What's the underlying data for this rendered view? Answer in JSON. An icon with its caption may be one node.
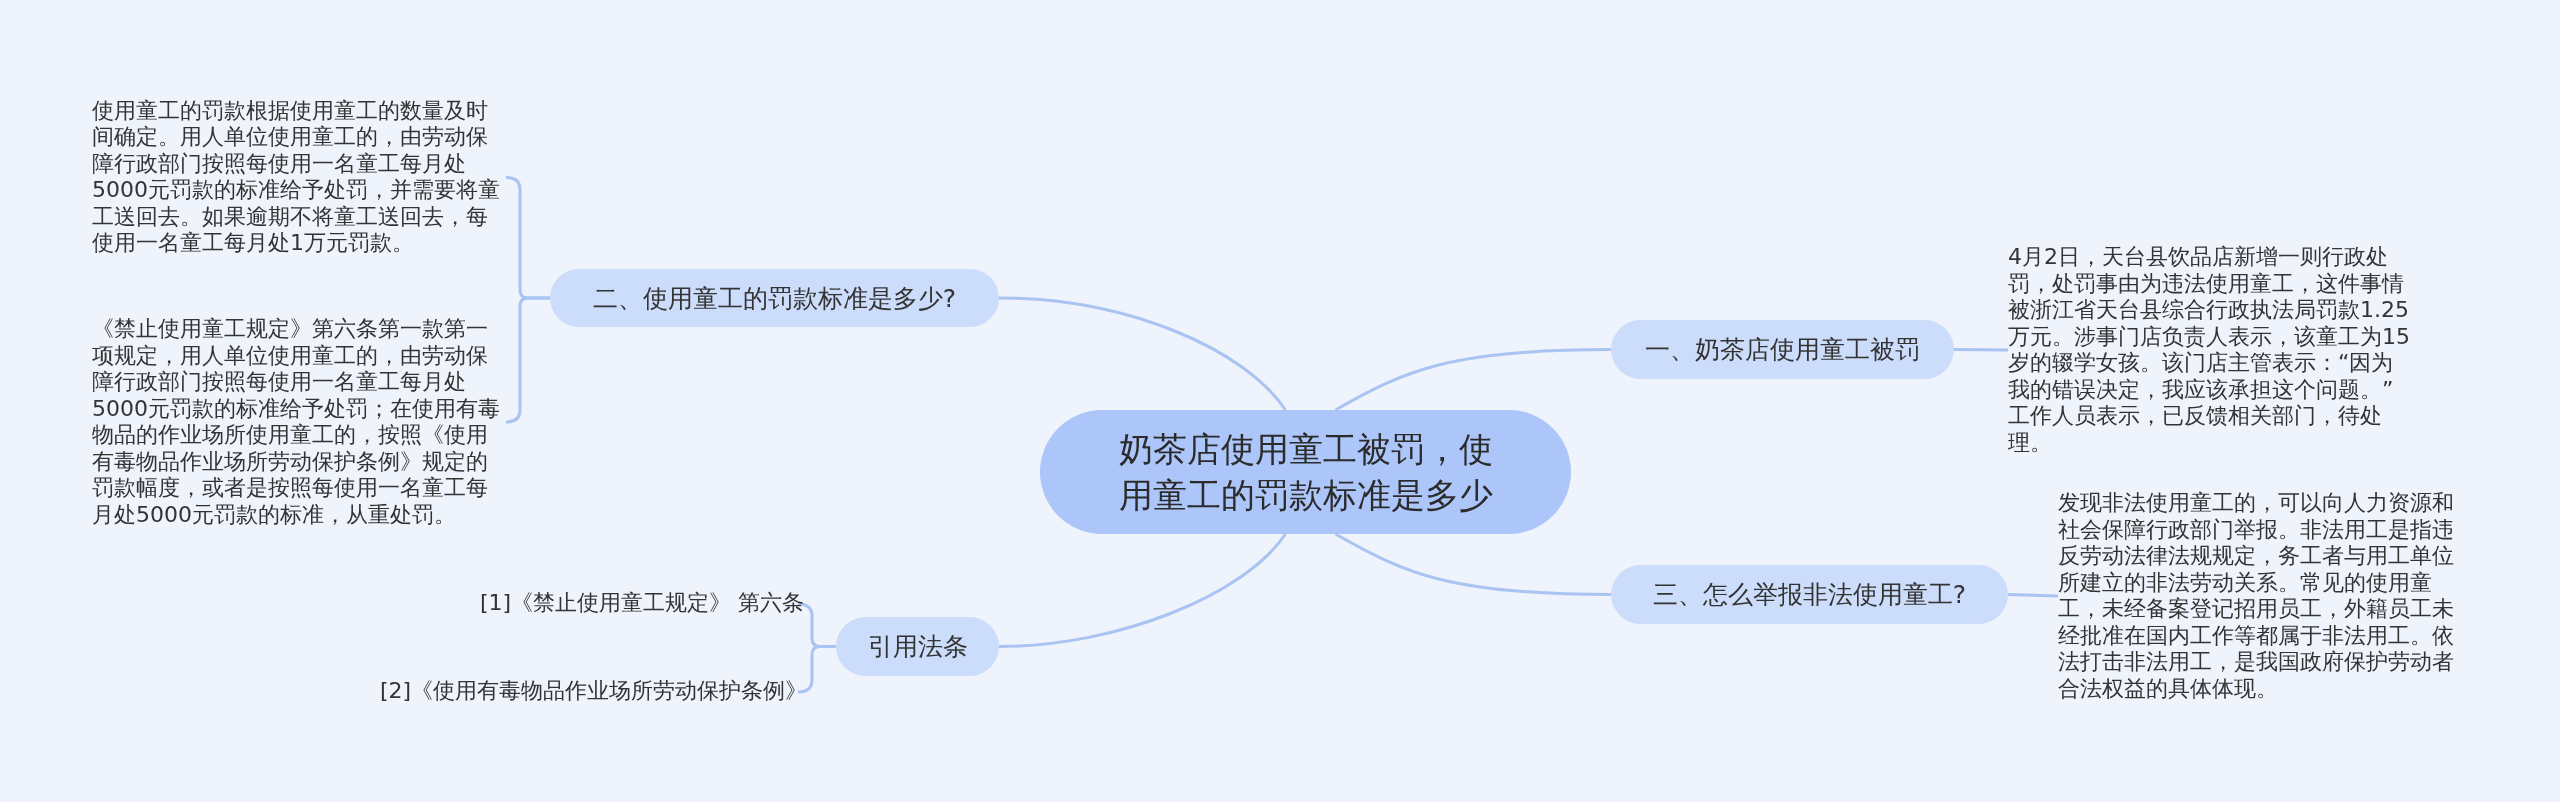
{
  "diagram": {
    "nodes": [
      {
        "text": [
          "奶茶店使用童工被罚，使用童工的罚款标准是多少"
        ]
      },
      {
        "text": [
          "二、使用童工的罚款标准是多少?"
        ]
      },
      {
        "text": [
          "使用童工的罚款根据使用童工的数量及时间确定。用人单位使用童工的，由劳动保障行政部门按照每使用一名童工每月处5000元罚款的标准给予处罚，并需要将童工送回去。如果逾期不将童工送回去，每使用一名童工每月处1万元罚款。"
        ]
      },
      {
        "text": [
          "《禁止使用童工规定》第六条第一款第一项规定，用人单位使用童工的，由劳动保障行政部门按照每使用一名童工每月处5000元罚款的标准给予处罚；在使用有毒物品的作业场所使用童工的，按照《使用有毒物品作业场所劳动保护条例》规定的罚款幅度，或者是按照每使用一名童工每月处5000元罚款的标准，从重处罚。"
        ]
      },
      {
        "text": [
          "一、奶茶店使用童工被罚"
        ]
      },
      {
        "text": [
          "4月2日，天台县饮品店新增一则行政处罚，处罚事由为违法使用童工，这件事情被浙江省天台县综合行政执法局罚款1.25万元。涉事门店负责人表示，该童工为15岁的辍学女孩。该门店主管表示：“因为我的错误决定，我应该承担这个问题。” 工作人员表示，已反馈相关部门，待处理。"
        ]
      },
      {
        "text": [
          "三、怎么举报非法使用童工?"
        ]
      },
      {
        "text": [
          "发现非法使用童工的，可以向人力资源和社会保障行政部门举报。非法用工是指违反劳动法律法规规定，务工者与用工单位所建立的非法劳动关系。常见的使用童工，未经备案登记招用员工，外籍员工未经批准在国内工作等都属于非法用工。依法打击非法用工，是我国政府保护劳动者合法权益的具体体现。"
        ]
      },
      {
        "text": [
          "引用法条"
        ]
      },
      {
        "text": [
          "[1]《禁止使用童工规定》 第六条"
        ]
      },
      {
        "text": [
          "[2]《使用有毒物品作业场所劳动保护条例》"
        ]
      }
    ],
    "edges": [
      {
        "from": 0,
        "to": 1,
        "arrow": "none"
      },
      {
        "from": 1,
        "to": 2,
        "arrow": "none"
      },
      {
        "from": 1,
        "to": 3,
        "arrow": "none"
      },
      {
        "from": 0,
        "to": 4,
        "arrow": "none"
      },
      {
        "from": 4,
        "to": 5,
        "arrow": "none"
      },
      {
        "from": 0,
        "to": 6,
        "arrow": "none"
      },
      {
        "from": 6,
        "to": 7,
        "arrow": "none"
      },
      {
        "from": 0,
        "to": 8,
        "arrow": "none"
      },
      {
        "from": 8,
        "to": 9,
        "arrow": "none"
      },
      {
        "from": 8,
        "to": 10,
        "arrow": "none"
      }
    ]
  }
}
